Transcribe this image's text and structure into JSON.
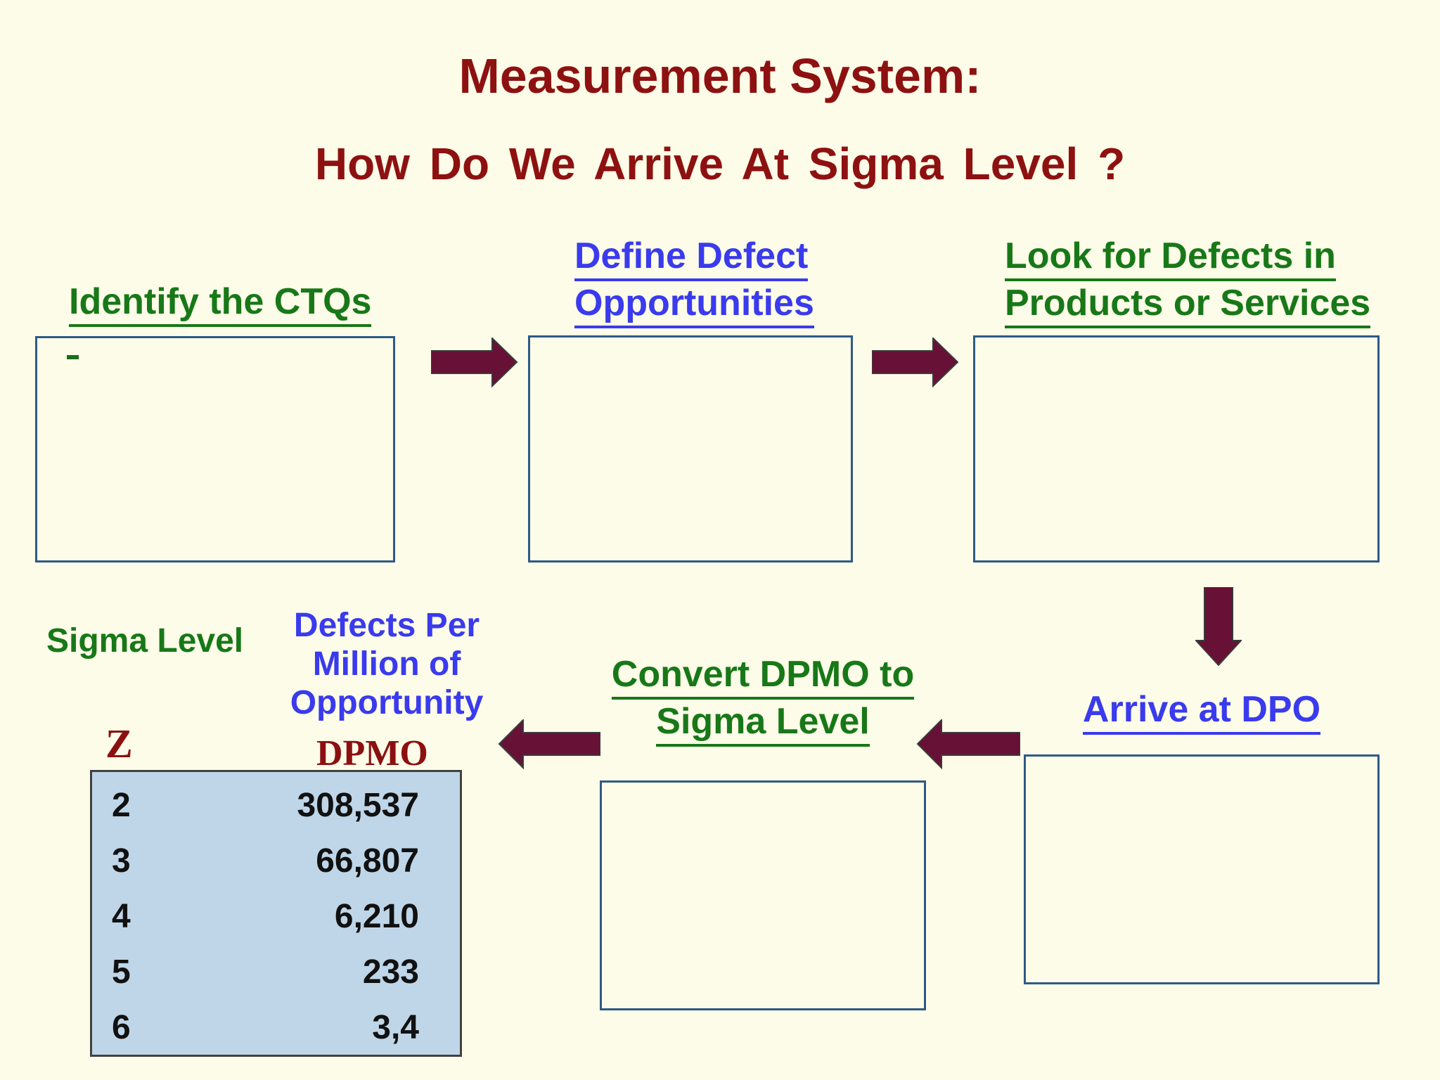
{
  "title": {
    "line1": "Measurement System:",
    "line2": "How Do We Arrive At Sigma Level ?"
  },
  "steps": {
    "identify": "Identify the CTQs",
    "define_line1": "Define Defect",
    "define_line2": "Opportunities",
    "look_line1": "Look for Defects in",
    "look_line2": "Products or Services",
    "arrive": "Arrive at DPO",
    "convert_line1": "Convert DPMO to",
    "convert_line2": "Sigma Level"
  },
  "bullet_dash": "",
  "sigma_table": {
    "col1_header": "Sigma Level",
    "col2_header_line1": "Defects Per",
    "col2_header_line2": "Million of",
    "col2_header_line3": "Opportunity",
    "z_label": "Z",
    "dpmo_label": "DPMO",
    "rows": [
      {
        "z": "2",
        "dpmo": "308,537"
      },
      {
        "z": "3",
        "dpmo": "66,807"
      },
      {
        "z": "4",
        "dpmo": "6,210"
      },
      {
        "z": "5",
        "dpmo": "233"
      },
      {
        "z": "6",
        "dpmo": "3,4"
      }
    ]
  },
  "colors": {
    "background": "#FCFCE8",
    "title_red": "#8E1111",
    "heading_green": "#187818",
    "heading_blue": "#3A3AEE",
    "arrow_maroon": "#681137",
    "box_border_blue": "#2E5A87",
    "table_fill_blue": "#BFD6E8",
    "table_border": "#414141",
    "z_dpmo_red": "#8B1111"
  }
}
